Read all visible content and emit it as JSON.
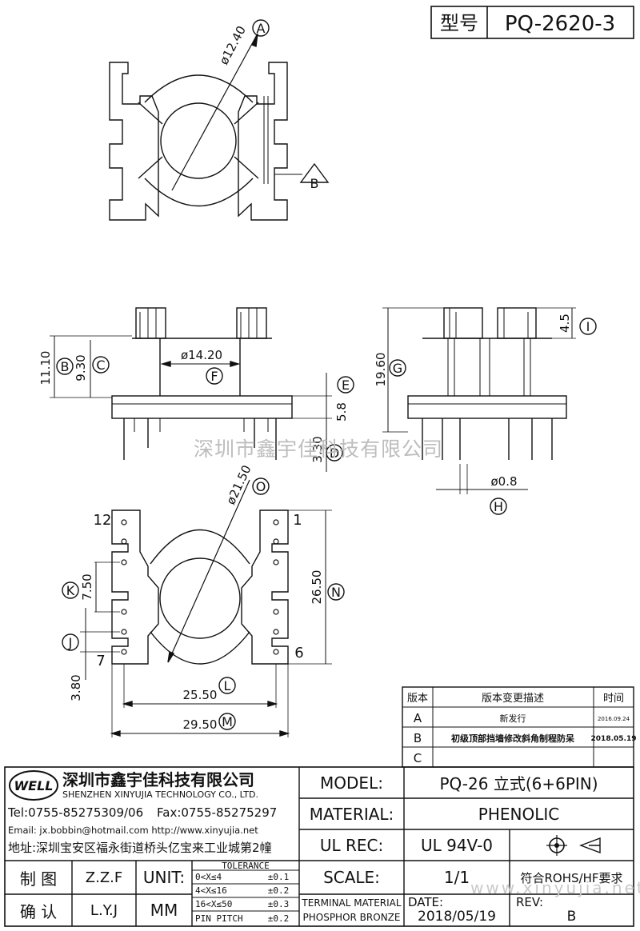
{
  "header": {
    "type_label": "型号",
    "model_code": "PQ-2620-3"
  },
  "views": {
    "top": {
      "diameter": "ø12.40",
      "callout_a": "A",
      "callout_b": "B"
    },
    "front": {
      "dim_height_total": "11.10",
      "dim_height_body": "9.30",
      "dim_inner_dia": "ø14.20",
      "dim_pin_len": "5.8",
      "dim_pin_stub": "3.30",
      "callout_b": "B",
      "callout_c": "C",
      "callout_f": "F",
      "callout_e": "E",
      "callout_d": "D"
    },
    "side": {
      "dim_height": "19.60",
      "dim_top": "4.5",
      "dim_pin_dia": "ø0.8",
      "callout_g": "G",
      "callout_i": "I",
      "callout_h": "H"
    },
    "bottom": {
      "dim_dia": "ø21.50",
      "dim_k": "7.50",
      "dim_n": "26.50",
      "dim_j": "3.80",
      "dim_l": "25.50",
      "dim_m": "29.50",
      "pin_12": "12",
      "pin_1": "1",
      "pin_7": "7",
      "pin_6": "6",
      "callout_o": "O",
      "callout_k": "K",
      "callout_j": "J",
      "callout_n": "N",
      "callout_l": "L",
      "callout_m": "M"
    }
  },
  "watermark": "深圳市鑫宇佳科技有限公司",
  "watermark_url": "www.xinyujia.net",
  "revision_table": {
    "headers": [
      "版本",
      "版本变更描述",
      "时间"
    ],
    "rows": [
      {
        "ver": "A",
        "desc": "新发行",
        "date": "2016.09.24"
      },
      {
        "ver": "B",
        "desc": "初级顶部挡墙修改斜角制程防呆",
        "date": "2018.05.19"
      },
      {
        "ver": "C",
        "desc": "",
        "date": ""
      }
    ]
  },
  "company": {
    "logo_text": "WELL",
    "name_cn": "深圳市鑫宇佳科技有限公司",
    "name_en": "SHENZHEN XINYUJIA TECHNOLOGY CO., LTD.",
    "tel": "Tel:0755-85275309/06",
    "fax": "Fax:0755-85275297",
    "email": "Email: jx.bobbin@hotmail.com  http://www.xinyujia.net",
    "address": "地址:深圳宝安区福永街道桥头亿宝来工业城第2幢"
  },
  "title_block": {
    "model_label": "MODEL:",
    "model_value": "PQ-26 立式(6+6PIN)",
    "material_label": "MATERIAL:",
    "material_value": "PHENOLIC",
    "ul_label": "UL REC:",
    "ul_value": "UL 94V-0",
    "scale_label": "SCALE:",
    "scale_value": "1/1",
    "rohs": "符合ROHS/HF要求",
    "date_label": "DATE:",
    "date_value": "2018/05/19",
    "rev_label": "REV:",
    "rev_value": "B",
    "terminal_material_1": "TERMINAL MATERIAL",
    "terminal_material_2": "PHOSPHOR BRONZE",
    "drawn_label": "制 图",
    "drawn_value": "Z.Z.F",
    "checked_label": "确 认",
    "checked_value": "L.Y.J",
    "unit_label": "UNIT:",
    "unit_value": "MM",
    "tolerance_title": "TOLERANCE",
    "tolerances": [
      {
        "range": "0<X≤4",
        "tol": "±0.1"
      },
      {
        "range": "4<X≤16",
        "tol": "±0.2"
      },
      {
        "range": "16<X≤50",
        "tol": "±0.3"
      },
      {
        "range": "PIN PITCH",
        "tol": "±0.2"
      }
    ]
  }
}
